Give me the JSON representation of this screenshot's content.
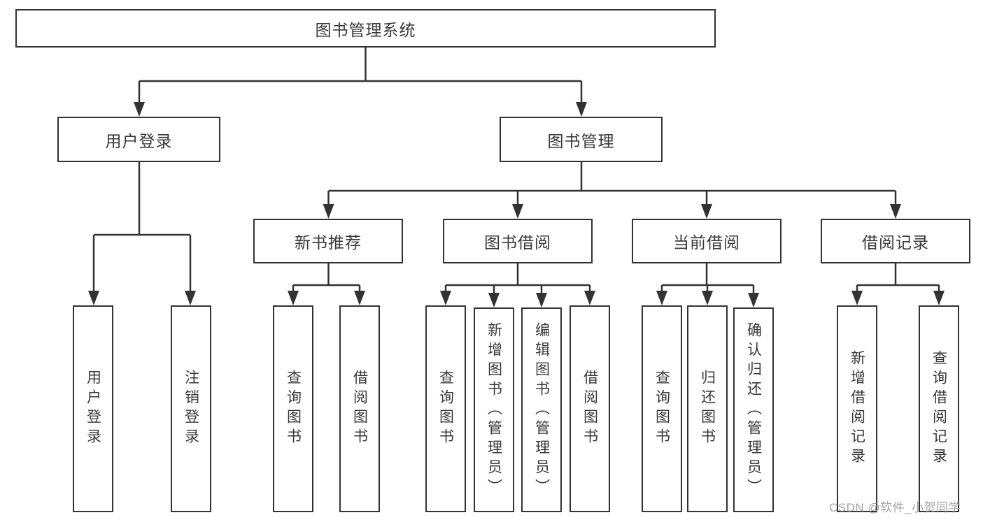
{
  "colors": {
    "line": "#333333",
    "text": "#383838",
    "box_background": "#ffffff",
    "watermark": "#989898"
  },
  "watermark": {
    "text": "CSDN @软件_小贺同学"
  },
  "tree": {
    "label": "图书管理系统",
    "children": [
      {
        "label": "用户登录",
        "children": [
          {
            "label": "用户登录"
          },
          {
            "label": "注销登录"
          }
        ]
      },
      {
        "label": "图书管理",
        "children": [
          {
            "label": "新书推荐",
            "children": [
              {
                "label": "查询图书"
              },
              {
                "label": "借阅图书"
              }
            ]
          },
          {
            "label": "图书借阅",
            "children": [
              {
                "label": "查询图书"
              },
              {
                "label": "新增图书（管理员）"
              },
              {
                "label": "编辑图书（管理员）"
              },
              {
                "label": "借阅图书"
              }
            ]
          },
          {
            "label": "当前借阅",
            "children": [
              {
                "label": "查询图书"
              },
              {
                "label": "归还图书"
              },
              {
                "label": "确认归还（管理员）"
              }
            ]
          },
          {
            "label": "借阅记录",
            "children": [
              {
                "label": "新增借阅记录"
              },
              {
                "label": "查询借阅记录"
              }
            ]
          }
        ]
      }
    ]
  }
}
